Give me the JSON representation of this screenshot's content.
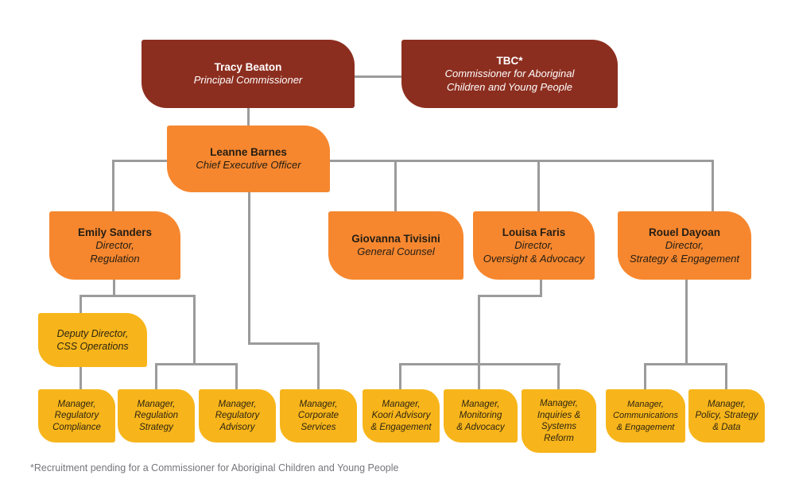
{
  "diagram": {
    "footnote": "*Recruitment pending for a Commissioner for Aboriginal Children and Young People",
    "colors": {
      "maroon": "#8c2e1f",
      "orange": "#f6872f",
      "yellow": "#f7b51b",
      "connector": "#9b9b9b",
      "footnote_text": "#76767b"
    },
    "nodes": {
      "principal_commissioner": {
        "name": "Tracy Beaton",
        "title": "Principal Commissioner"
      },
      "aboriginal_commissioner": {
        "name": "TBC*",
        "title": "Commissioner for Aboriginal\nChildren and Young People"
      },
      "ceo": {
        "name": "Leanne Barnes",
        "title": "Chief Executive Officer"
      },
      "director_regulation": {
        "name": "Emily Sanders",
        "title": "Director,\nRegulation"
      },
      "general_counsel": {
        "name": "Giovanna Tivisini",
        "title": "General Counsel"
      },
      "director_oversight": {
        "name": "Louisa Faris",
        "title": "Director,\nOversight & Advocacy"
      },
      "director_strategy": {
        "name": "Rouel Dayoan",
        "title": "Director,\nStrategy & Engagement"
      },
      "deputy_director_css": {
        "title": "Deputy Director,\nCSS Operations"
      },
      "mgr_regulatory_compliance": {
        "title": "Manager,\nRegulatory\nCompliance"
      },
      "mgr_regulation_strategy": {
        "title": "Manager,\nRegulation\nStrategy"
      },
      "mgr_regulatory_advisory": {
        "title": "Manager,\nRegulatory\nAdvisory"
      },
      "mgr_corporate_services": {
        "title": "Manager,\nCorporate\nServices"
      },
      "mgr_koori_advisory": {
        "title": "Manager,\nKoori Advisory\n& Engagement"
      },
      "mgr_monitoring_advocacy": {
        "title": "Manager,\nMonitoring\n& Advocacy"
      },
      "mgr_inquiries_systems": {
        "title": "Manager,\nInquiries &\nSystems\nReform"
      },
      "mgr_communications": {
        "title": "Manager,\nCommunications\n& Engagement"
      },
      "mgr_policy_strategy_data": {
        "title": "Manager,\nPolicy, Strategy\n& Data"
      }
    }
  }
}
